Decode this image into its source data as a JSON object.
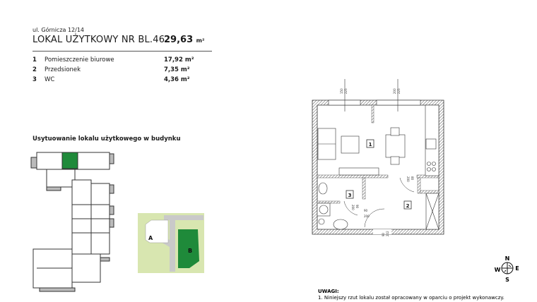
{
  "header": {
    "address": "ul. Górnicza 12/14",
    "title": "LOKAL UŻYTKOWY NR BL.46",
    "total_area": "29,63",
    "unit": "m²"
  },
  "rooms": [
    {
      "num": "1",
      "name": "Pomieszczenie biurowe",
      "area": "17,92 m²"
    },
    {
      "num": "2",
      "name": "Przedsionek",
      "area": "7,35 m²"
    },
    {
      "num": "3",
      "name": "WC",
      "area": "4,36 m²"
    }
  ],
  "location": {
    "heading": "Usytuowanie lokalu użytkowego w budynku",
    "building_a": "A",
    "building_b": "B",
    "highlight_color": "#1f8a3a"
  },
  "plan": {
    "room_labels": [
      "1",
      "2",
      "3"
    ],
    "dims": [
      "150",
      "225",
      "200",
      "225",
      "90",
      "200",
      "80",
      "200",
      "90",
      "200",
      "90",
      "202"
    ]
  },
  "compass": {
    "n": "N",
    "e": "E",
    "s": "S",
    "w": "W"
  },
  "notes": {
    "heading": "UWAGI:",
    "line1": "1. Niniejszy rzut lokalu został opracowany w oparciu o projekt wykonawczy."
  }
}
